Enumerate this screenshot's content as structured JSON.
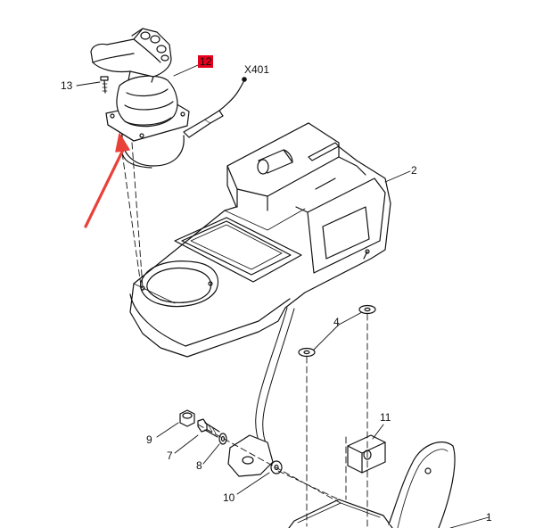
{
  "diagram": {
    "callouts": {
      "c1": "1",
      "c2": "2",
      "c4": "4",
      "c7": "7",
      "c8": "8",
      "c9": "9",
      "c10": "10",
      "c11": "11",
      "c12": "12",
      "c13": "13",
      "x401": "X401"
    },
    "colors": {
      "line": "#111111",
      "highlight_fill": "#e4001b",
      "arrow": "#e8413a",
      "background": "#ffffff"
    }
  }
}
